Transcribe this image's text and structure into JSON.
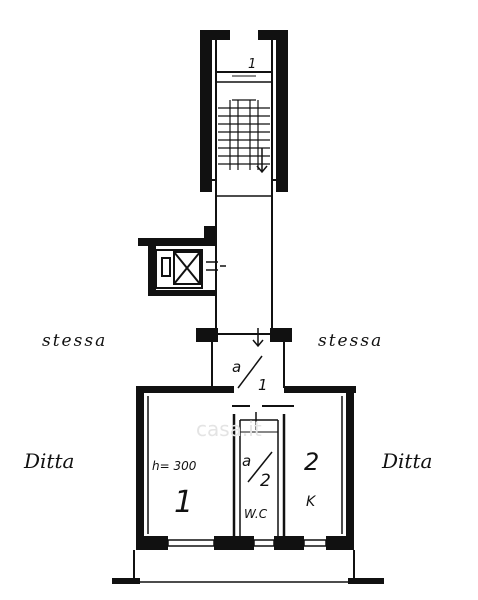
{
  "labels": {
    "stessa_left": "stessa",
    "stessa_right": "stessa",
    "ditta_left": "Ditta",
    "ditta_right": "Ditta",
    "landing_number": "1",
    "corridor_fraction": "a/1",
    "corridor_a": "a",
    "corridor_1": "1",
    "room_height": "h= 300",
    "room1_number": "1",
    "wc_a": "a",
    "wc_2": "2",
    "wc_label": "W.C",
    "kitchen_number": "2",
    "kitchen_label": "K",
    "watermark": "casa.it"
  },
  "colors": {
    "ink": "#111111",
    "paper": "#ffffff",
    "watermark": "#e4e4e4"
  },
  "icons": {
    "elevator": "elevator-cross-icon",
    "stair_arrow": "down-arrow-icon",
    "door_arrow": "down-arrow-icon"
  }
}
